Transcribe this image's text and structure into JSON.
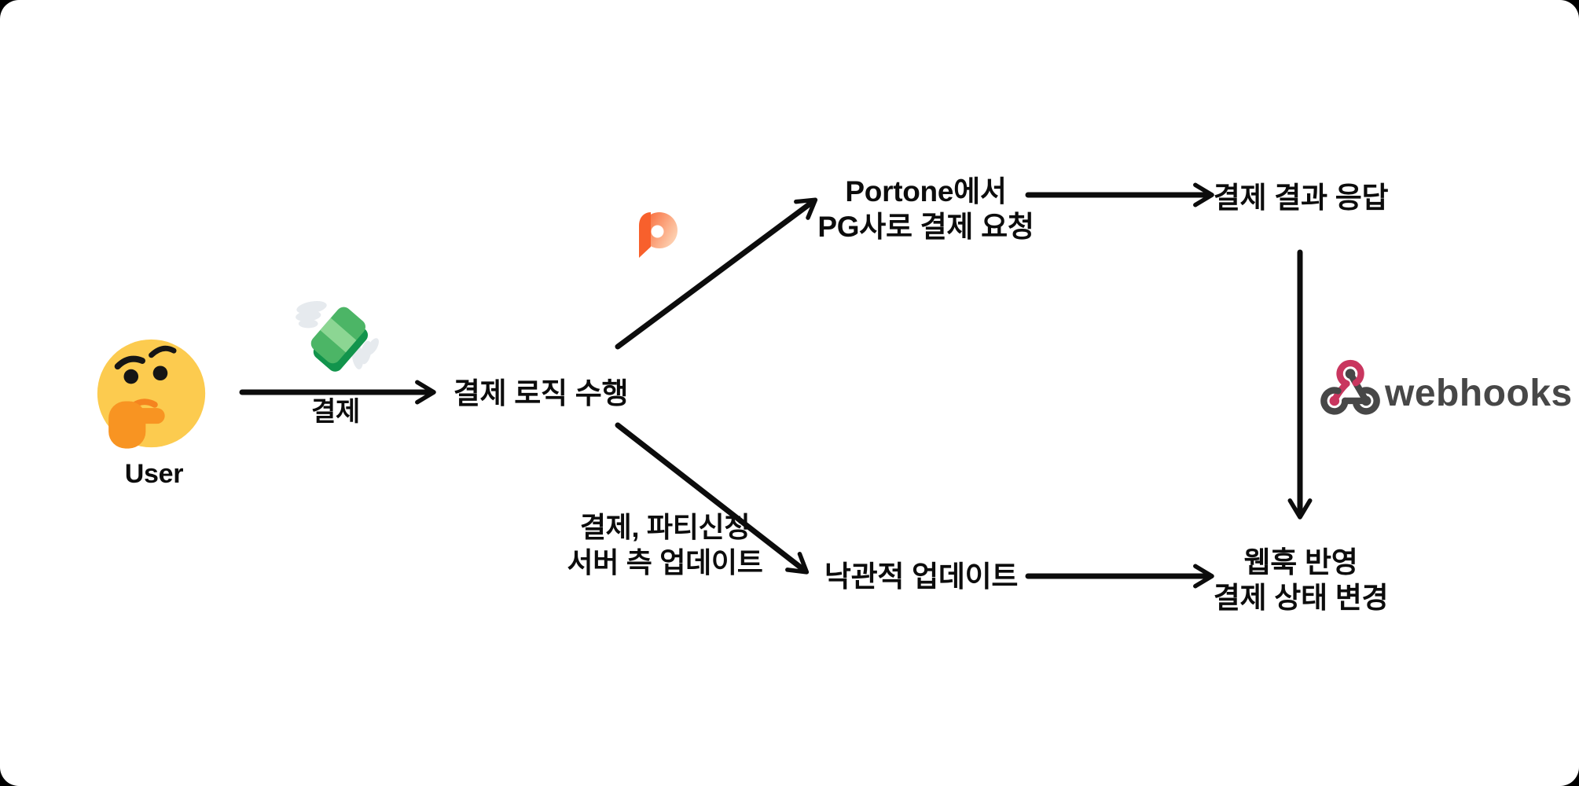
{
  "page": {
    "background": "#000000",
    "card_background": "#ffffff",
    "text_color": "#0c0c0c"
  },
  "nodes": {
    "user": {
      "label": "User"
    },
    "payment_logic": {
      "label": "결제 로직 수행"
    },
    "portone_request": {
      "line1": "Portone에서",
      "line2": "PG사로 결제 요청"
    },
    "payment_result": {
      "label": "결제 결과 응답"
    },
    "optimistic_update": {
      "label": "낙관적 업데이트"
    },
    "webhook_apply": {
      "line1": "웹훅 반영",
      "line2": "결제 상태 변경"
    }
  },
  "edge_labels": {
    "payment": {
      "label": "결제"
    },
    "server_update": {
      "line1": "결제, 파티신청",
      "line2": "서버 측 업데이트"
    }
  },
  "logos": {
    "webhooks": {
      "label": "webhooks",
      "pink": "#C9365F",
      "gray": "#474747"
    },
    "portone": {
      "orange": "#F8602C",
      "orange_light": "#FDCDAD"
    }
  },
  "icons": {
    "user": "thinking-face-emoji",
    "money": "money-with-wings-emoji",
    "portone": "portone-logo-icon",
    "webhooks": "webhooks-logo-icon"
  }
}
